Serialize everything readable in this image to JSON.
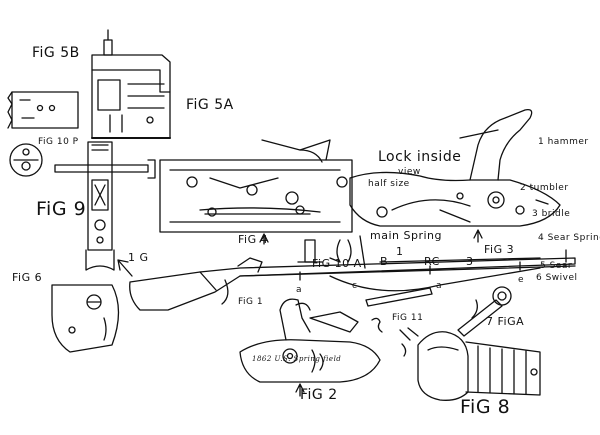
{
  "labels": {
    "fig5b": "FiG 5B",
    "fig5a": "FiG 5A",
    "fig10p": "FiG 10 P",
    "fig9": "FiG 9",
    "fig6": "FiG 6",
    "fig4": "FiG 4",
    "fig10a": "FiG 10 A",
    "fig1": "1 G",
    "fig1b": "FiG 1",
    "fig2": "FiG 2",
    "fig3": "FiG 3",
    "fig11": "FiG 11",
    "fig7": "7 FiGA",
    "fig8": "FiG 8",
    "lock_inside": "Lock inside",
    "view": "view",
    "half_size": "half size",
    "hammer": "1 hammer",
    "tumbler": "2 tumbler",
    "bridle": "3 bridle",
    "sear_spring": "4 Sear Spring",
    "sear": "5 Sear",
    "swivel": "6 Swivel",
    "main_spring": "main Spring",
    "num_1": "1",
    "num_3": "3",
    "rc": "RC",
    "b": "B",
    "letter_a1": "a",
    "letter_a2": "a",
    "letter_c": "c",
    "letter_e": "e",
    "lock_text": "1862 U.S. Spring field"
  }
}
